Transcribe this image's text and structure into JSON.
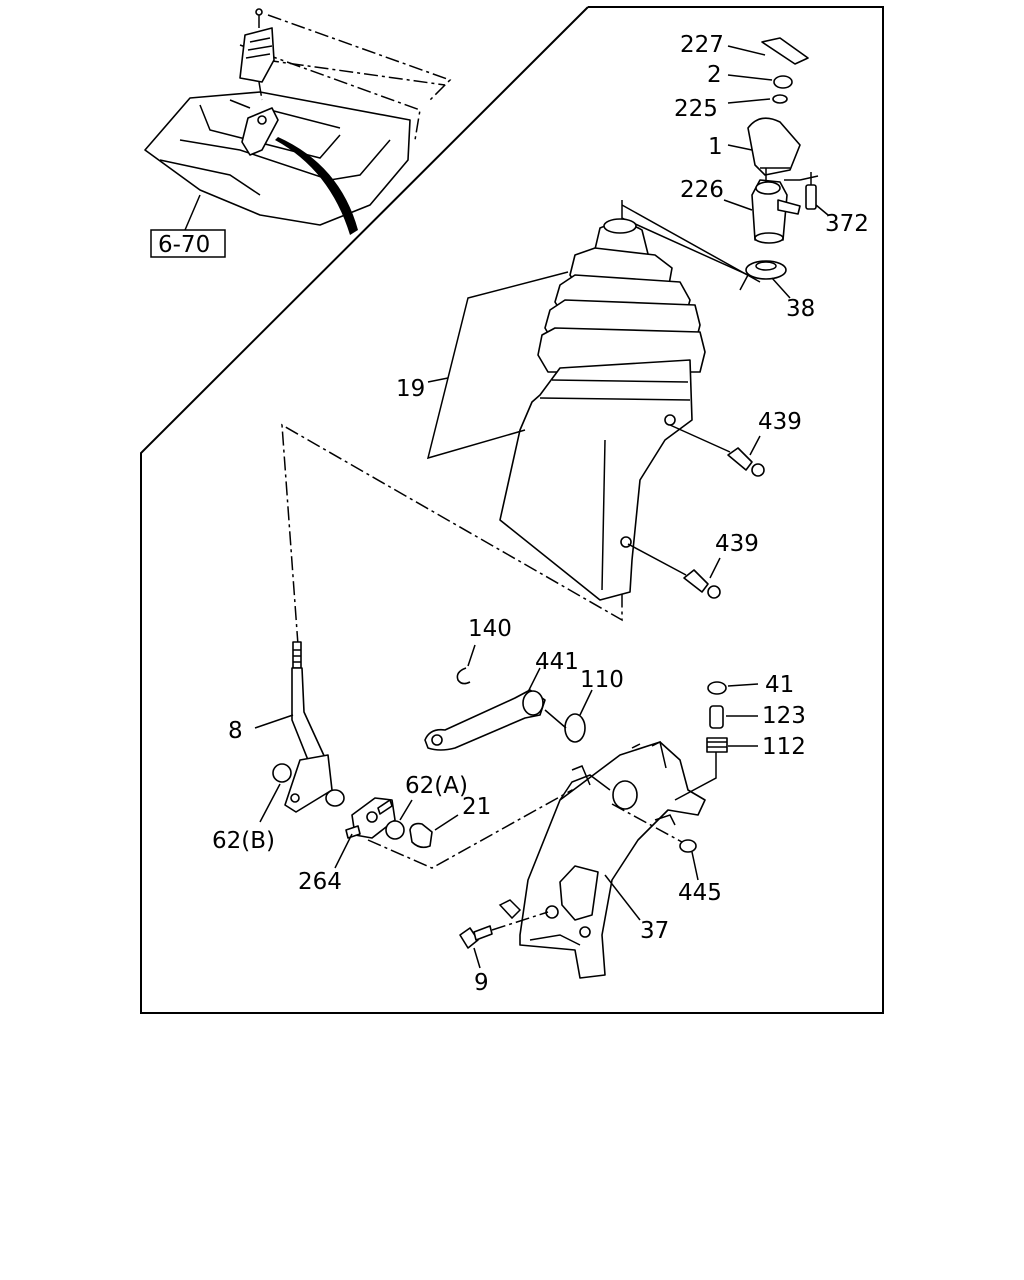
{
  "diagram": {
    "ref_box": "6-70",
    "callouts": {
      "c227": "227",
      "c2": "2",
      "c225": "225",
      "c1": "1",
      "c226": "226",
      "c372": "372",
      "c38": "38",
      "c19": "19",
      "c439a": "439",
      "c439b": "439",
      "c140": "140",
      "c441": "441",
      "c110": "110",
      "c41": "41",
      "c123": "123",
      "c112": "112",
      "c8": "8",
      "c62a": "62(A)",
      "c21": "21",
      "c62b": "62(B)",
      "c264": "264",
      "c445": "445",
      "c37": "37",
      "c9": "9"
    }
  }
}
